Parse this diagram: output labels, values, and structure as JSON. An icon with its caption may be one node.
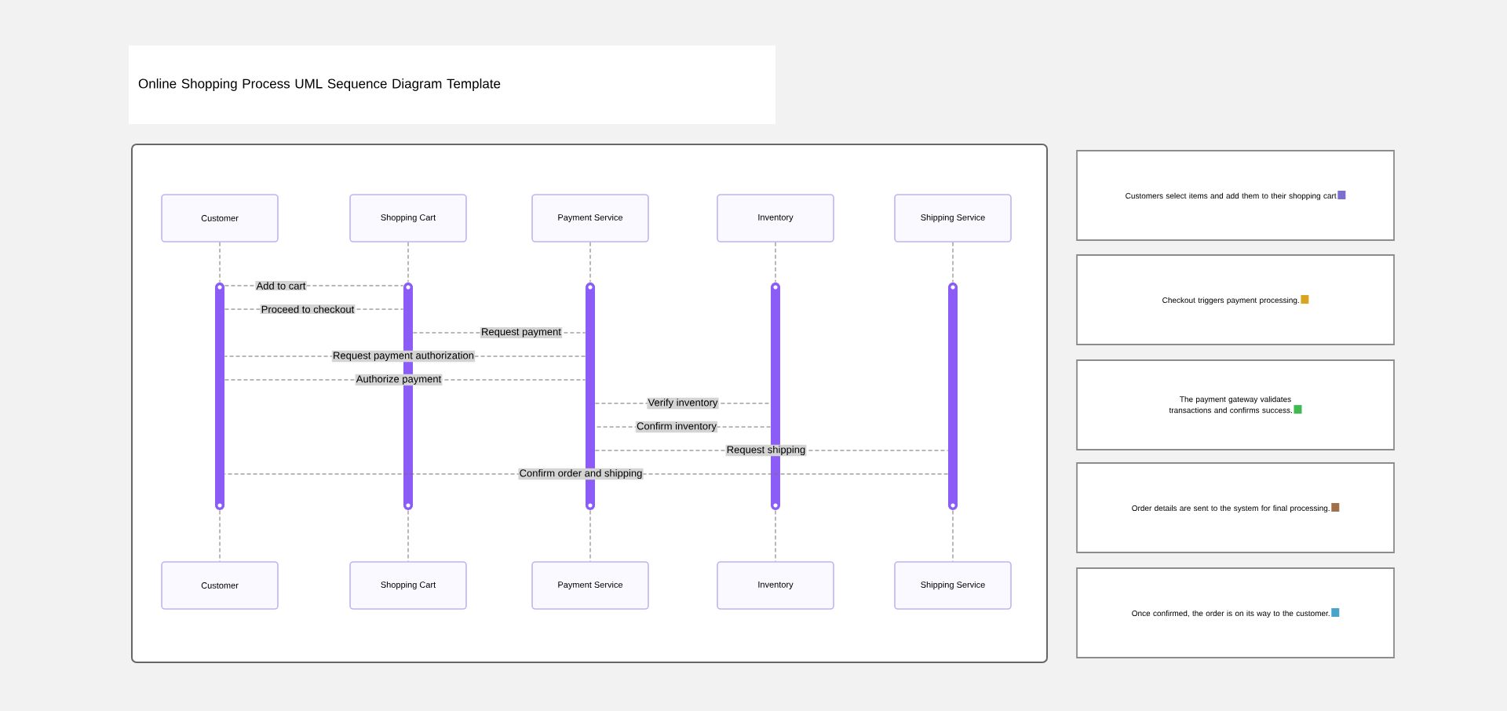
{
  "diagram": {
    "title": "Online Shopping Process UML Sequence Diagram Template",
    "nodes": [
      {
        "text": [],
        "shape": "box"
      },
      {
        "text": [
          "Customer"
        ],
        "in": 0
      },
      {
        "text": [
          "Shopping Cart"
        ],
        "in": 0
      },
      {
        "text": [
          "Payment Service"
        ],
        "in": 0
      },
      {
        "text": [
          "Inventory"
        ],
        "in": 0
      },
      {
        "text": [
          "Shipping Service"
        ],
        "in": 0
      },
      {
        "text": [],
        "shape": "bar",
        "in": 0
      },
      {
        "text": [],
        "shape": "bar",
        "in": 0
      },
      {
        "text": [],
        "shape": "bar",
        "in": 0
      },
      {
        "text": [],
        "shape": "bar",
        "in": 0
      },
      {
        "text": [],
        "shape": "bar",
        "in": 0
      },
      {
        "text": [
          "Customer"
        ],
        "in": 0
      },
      {
        "text": [
          "Shopping Cart"
        ],
        "in": 0
      },
      {
        "text": [
          "Payment Service"
        ],
        "in": 0
      },
      {
        "text": [
          "Inventory"
        ],
        "in": 0
      },
      {
        "text": [
          "Shipping Service"
        ],
        "in": 0
      },
      {
        "text": [
          "Customers select items and add them to their shopping cart"
        ]
      },
      {
        "text": [
          "Checkout triggers payment processing."
        ]
      },
      {
        "text": [
          "The payment gateway validates transactions and confirms success."
        ]
      },
      {
        "text": [
          "Order details are sent to the system for final processing."
        ]
      },
      {
        "text": [
          "Once confirmed, the order is on its way to the customer."
        ]
      }
    ],
    "edges": [
      {
        "from": 6,
        "to": 7,
        "arrow": "none",
        "style": "dashed",
        "label": "Add to cart"
      },
      {
        "from": 6,
        "to": 7,
        "arrow": "none",
        "style": "dashed",
        "label": "Proceed to checkout"
      },
      {
        "from": 7,
        "to": 8,
        "arrow": "none",
        "style": "dashed",
        "label": "Request payment"
      },
      {
        "from": 8,
        "to": 6,
        "arrow": "none",
        "style": "dashed",
        "label": "Request payment authorization"
      },
      {
        "from": 6,
        "to": 8,
        "arrow": "none",
        "style": "dashed",
        "label": "Authorize payment"
      },
      {
        "from": 8,
        "to": 9,
        "arrow": "none",
        "style": "dashed",
        "label": "Verify inventory"
      },
      {
        "from": 9,
        "to": 8,
        "arrow": "none",
        "style": "dashed",
        "label": "Confirm inventory"
      },
      {
        "from": 8,
        "to": 10,
        "arrow": "none",
        "style": "dashed",
        "label": "Request shipping"
      },
      {
        "from": 10,
        "to": 6,
        "arrow": "none",
        "style": "dashed",
        "label": "Confirm order and shipping"
      },
      {
        "from": 1,
        "to": 6,
        "arrow": "none",
        "style": "dashed"
      },
      {
        "from": 2,
        "to": 7,
        "arrow": "none",
        "style": "dashed"
      },
      {
        "from": 3,
        "to": 8,
        "arrow": "none",
        "style": "dashed"
      },
      {
        "from": 4,
        "to": 9,
        "arrow": "none",
        "style": "dashed"
      },
      {
        "from": 5,
        "to": 10,
        "arrow": "none",
        "style": "dashed"
      },
      {
        "from": 6,
        "to": 11,
        "arrow": "none",
        "style": "dashed"
      },
      {
        "from": 7,
        "to": 12,
        "arrow": "none",
        "style": "dashed"
      },
      {
        "from": 8,
        "to": 13,
        "arrow": "none",
        "style": "dashed"
      },
      {
        "from": 9,
        "to": 14,
        "arrow": "none",
        "style": "dashed"
      },
      {
        "from": 10,
        "to": 15,
        "arrow": "none",
        "style": "dashed"
      }
    ]
  }
}
